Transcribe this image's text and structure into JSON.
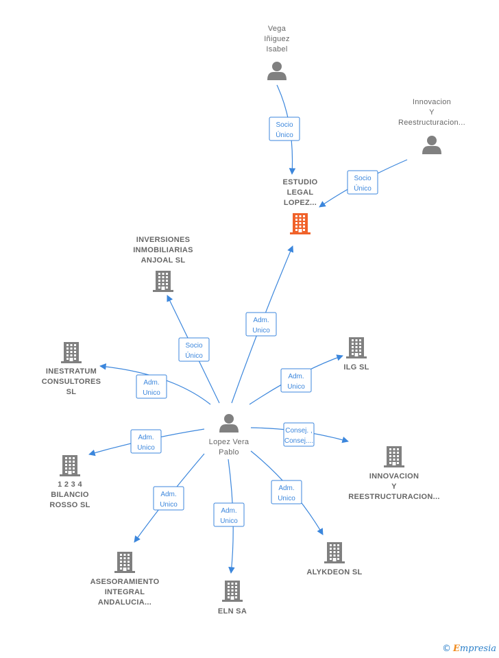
{
  "nodes": [
    {
      "id": "center",
      "type": "person",
      "lines": [
        "Lopez Vera",
        "Pablo"
      ],
      "color": "#808080"
    },
    {
      "id": "vega",
      "type": "person",
      "lines": [
        "Vega",
        "Iñiguez",
        "Isabel"
      ],
      "color": "#808080"
    },
    {
      "id": "innov_person",
      "type": "person",
      "lines": [
        "Innovacion",
        "Y",
        "Reestructuracion..."
      ],
      "color": "#808080"
    },
    {
      "id": "estudio",
      "type": "company",
      "lines": [
        "ESTUDIO",
        "LEGAL",
        "LOPEZ..."
      ],
      "color": "#f0622a",
      "emphasis": true
    },
    {
      "id": "inversiones",
      "type": "company",
      "lines": [
        "INVERSIONES",
        "INMOBILIARIAS",
        "ANJOAL  SL"
      ],
      "color": "#808080"
    },
    {
      "id": "inestratum",
      "type": "company",
      "lines": [
        "INESTRATUM",
        "CONSULTORES",
        "SL"
      ],
      "color": "#808080"
    },
    {
      "id": "ilg",
      "type": "company",
      "lines": [
        "ILG  SL"
      ],
      "color": "#808080"
    },
    {
      "id": "bilancio",
      "type": "company",
      "lines": [
        "1 2 3 4",
        "BILANCIO",
        "ROSSO SL"
      ],
      "color": "#808080"
    },
    {
      "id": "innov_company",
      "type": "company",
      "lines": [
        "INNOVACION",
        "Y",
        "REESTRUCTURACION..."
      ],
      "color": "#808080"
    },
    {
      "id": "asesoramiento",
      "type": "company",
      "lines": [
        "ASESORAMIENTO",
        "INTEGRAL",
        "ANDALUCIA..."
      ],
      "color": "#808080"
    },
    {
      "id": "eln",
      "type": "company",
      "lines": [
        "ELN SA"
      ],
      "color": "#808080"
    },
    {
      "id": "alykdeon",
      "type": "company",
      "lines": [
        "ALYKDEON SL"
      ],
      "color": "#808080"
    }
  ],
  "edges": [
    {
      "from": "vega",
      "to": "estudio",
      "label": [
        "Socio",
        "Único"
      ]
    },
    {
      "from": "innov_person",
      "to": "estudio",
      "label": [
        "Socio",
        "Único"
      ]
    },
    {
      "from": "center",
      "to": "estudio",
      "label": [
        "Adm.",
        "Unico"
      ]
    },
    {
      "from": "center",
      "to": "inversiones",
      "label": [
        "Socio",
        "Único"
      ]
    },
    {
      "from": "center",
      "to": "inestratum",
      "label": [
        "Adm.",
        "Unico"
      ]
    },
    {
      "from": "center",
      "to": "ilg",
      "label": [
        "Adm.",
        "Unico"
      ]
    },
    {
      "from": "center",
      "to": "bilancio",
      "label": [
        "Adm.",
        "Unico"
      ]
    },
    {
      "from": "center",
      "to": "innov_company",
      "label": [
        "Consej. ,",
        "Consej...."
      ]
    },
    {
      "from": "center",
      "to": "asesoramiento",
      "label": [
        "Adm.",
        "Unico"
      ]
    },
    {
      "from": "center",
      "to": "eln",
      "label": [
        "Adm.",
        "Unico"
      ]
    },
    {
      "from": "center",
      "to": "alykdeon",
      "label": [
        "Adm.",
        "Unico"
      ]
    }
  ],
  "colors": {
    "edge": "#3b86dc",
    "node_default": "#808080",
    "node_emphasis": "#f0622a",
    "label": "#666666"
  },
  "watermark": {
    "copyright": "©",
    "brand_initial": "E",
    "brand_rest": "mpresia"
  }
}
